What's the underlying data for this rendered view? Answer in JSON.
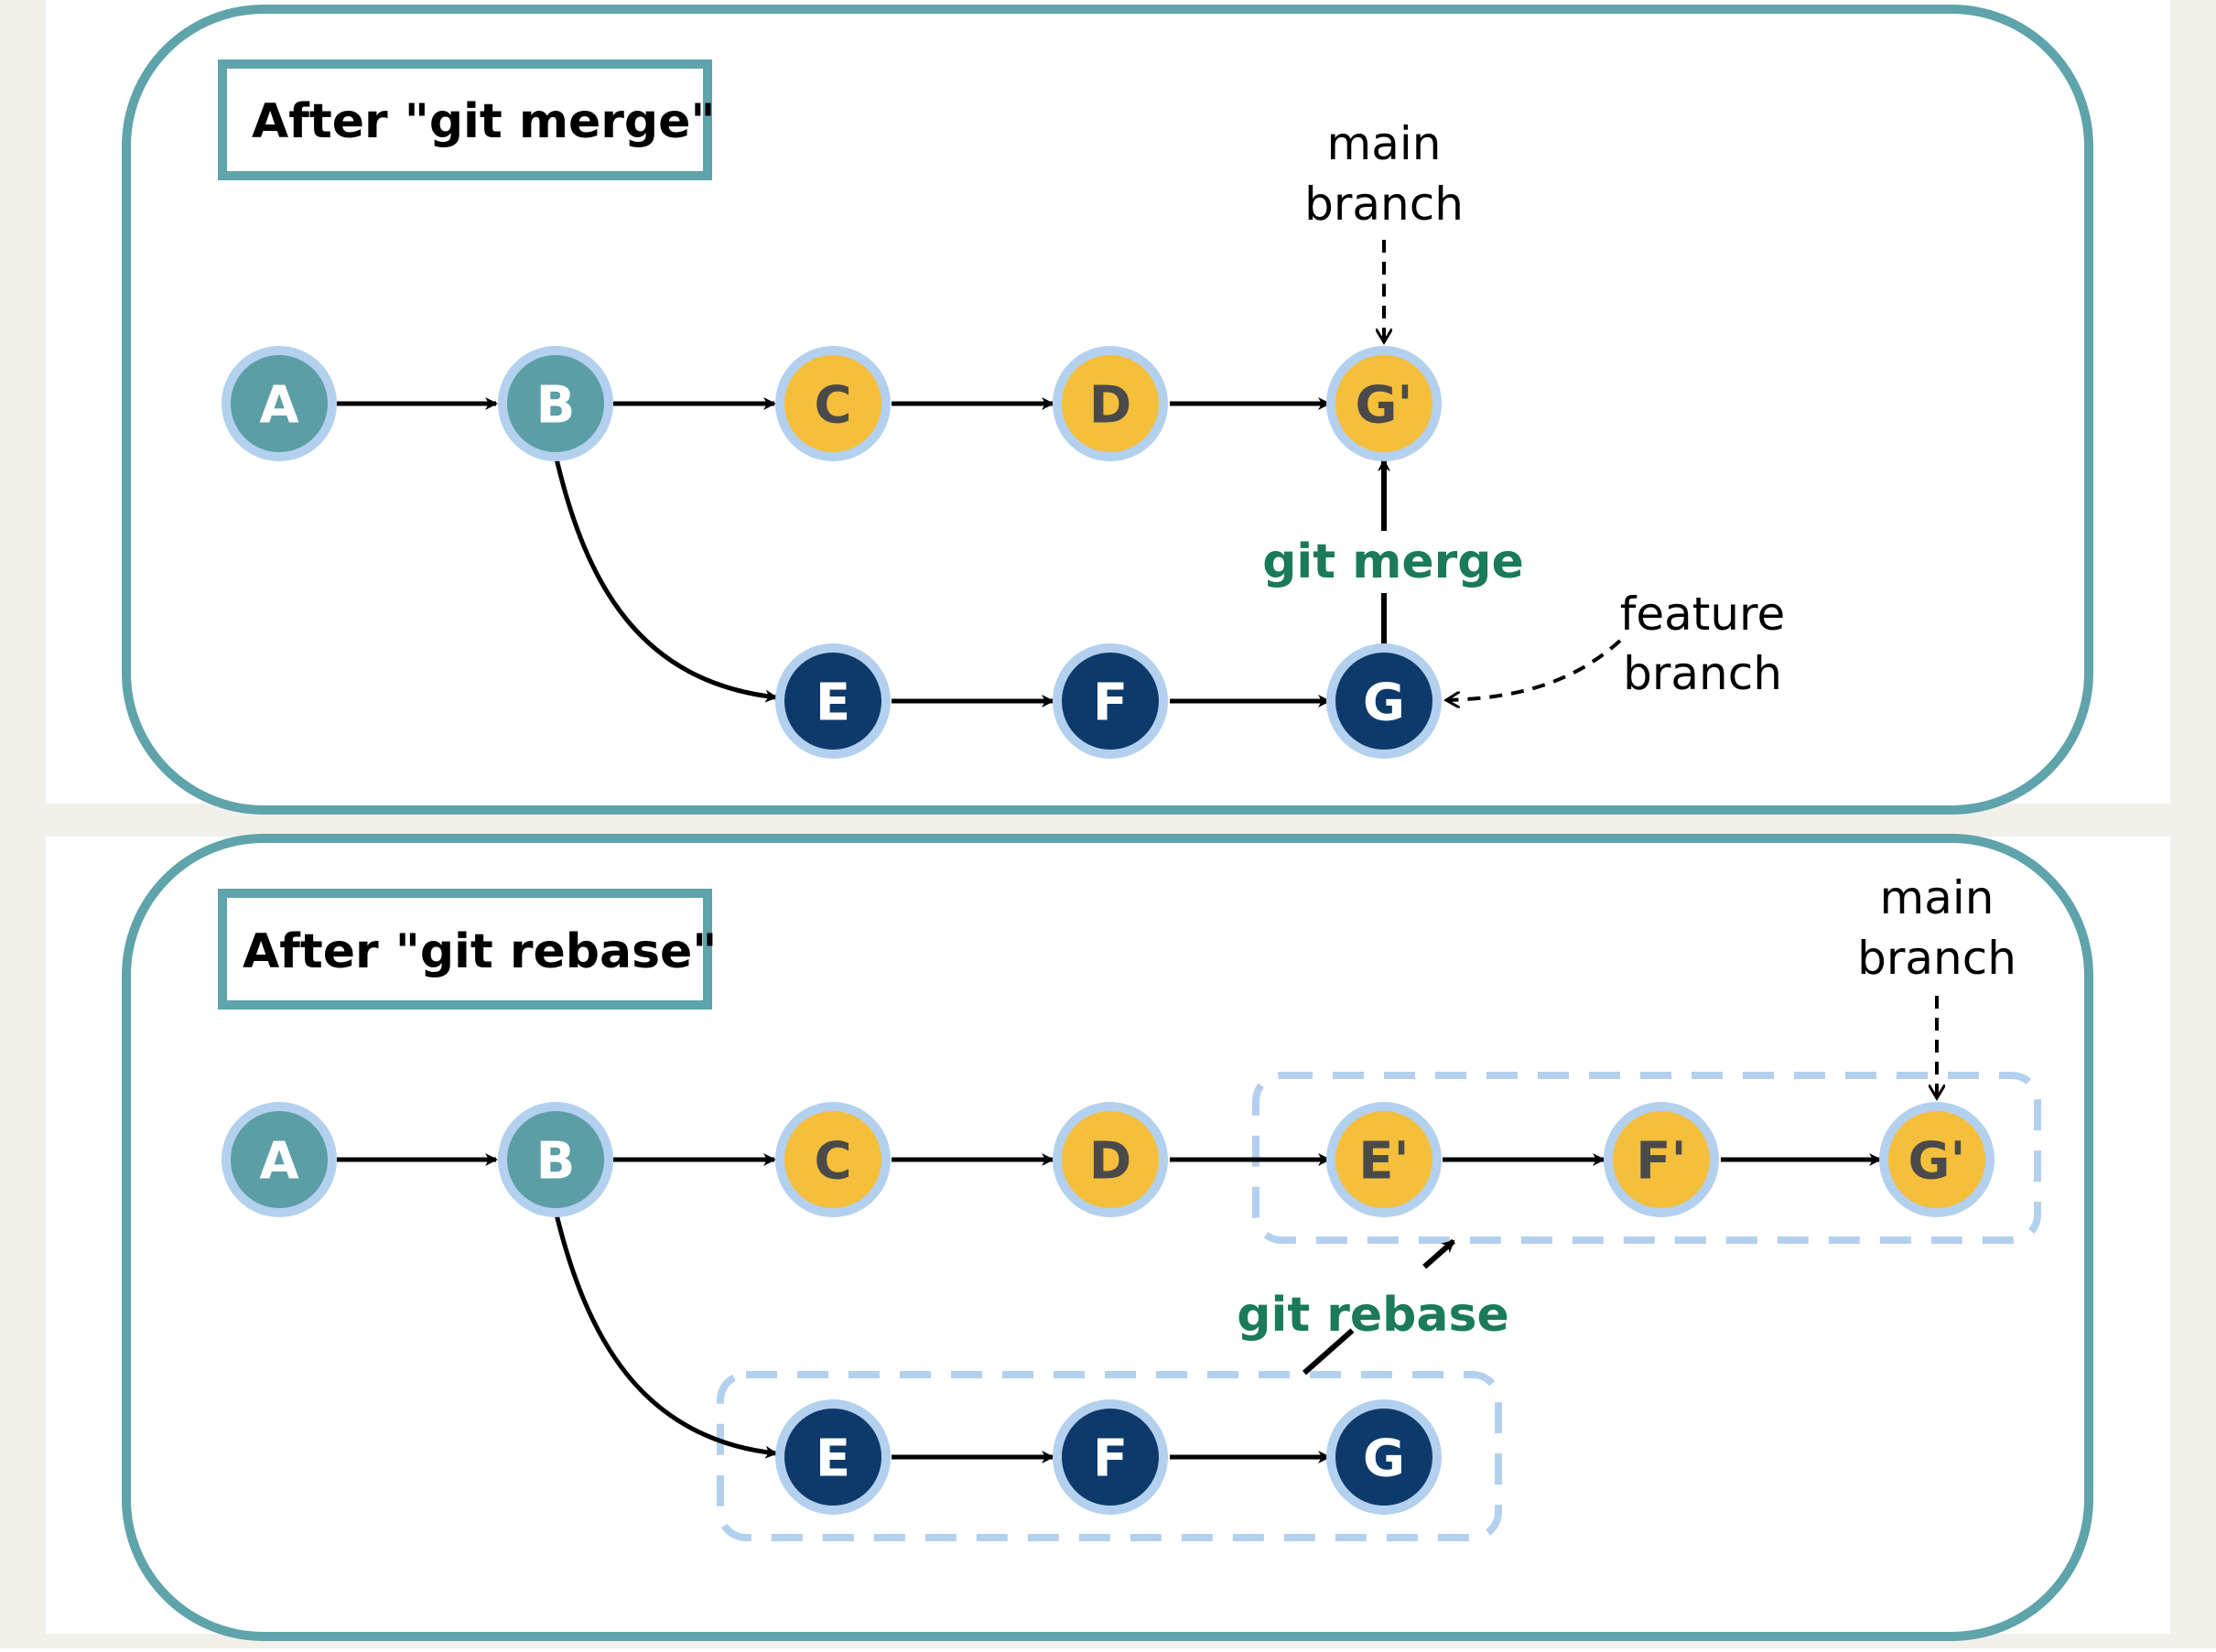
{
  "colors": {
    "page_bg": "#f2f0ea",
    "panel_border": "#5fa3ab",
    "teal_node": "#5b9ea6",
    "yellow_node": "#f5bf3c",
    "navy_node": "#0e3a6b",
    "node_ring": "#b3d0ee",
    "dashed_group": "#b3d0ee",
    "command_text": "#1a7a5a"
  },
  "panels": [
    {
      "title": "After \"git merge\"",
      "nodes": [
        {
          "id": "A",
          "label": "A",
          "style": "teal"
        },
        {
          "id": "B",
          "label": "B",
          "style": "teal"
        },
        {
          "id": "C",
          "label": "C",
          "style": "yellow"
        },
        {
          "id": "D",
          "label": "D",
          "style": "yellow"
        },
        {
          "id": "Gp",
          "label": "G'",
          "style": "yellow"
        },
        {
          "id": "E",
          "label": "E",
          "style": "navy"
        },
        {
          "id": "F",
          "label": "F",
          "style": "navy"
        },
        {
          "id": "G",
          "label": "G",
          "style": "navy"
        }
      ],
      "main_branch_label": [
        "main",
        "branch"
      ],
      "feature_branch_label": [
        "feature",
        "branch"
      ],
      "command": "git merge"
    },
    {
      "title": "After \"git rebase\"",
      "nodes": [
        {
          "id": "A",
          "label": "A",
          "style": "teal"
        },
        {
          "id": "B",
          "label": "B",
          "style": "teal"
        },
        {
          "id": "C",
          "label": "C",
          "style": "yellow"
        },
        {
          "id": "D",
          "label": "D",
          "style": "yellow"
        },
        {
          "id": "Ep",
          "label": "E'",
          "style": "yellow"
        },
        {
          "id": "Fp",
          "label": "F'",
          "style": "yellow"
        },
        {
          "id": "Gp",
          "label": "G'",
          "style": "yellow"
        },
        {
          "id": "E",
          "label": "E",
          "style": "navy"
        },
        {
          "id": "F",
          "label": "F",
          "style": "navy"
        },
        {
          "id": "G",
          "label": "G",
          "style": "navy"
        }
      ],
      "main_branch_label": [
        "main",
        "branch"
      ],
      "command": "git rebase"
    }
  ]
}
